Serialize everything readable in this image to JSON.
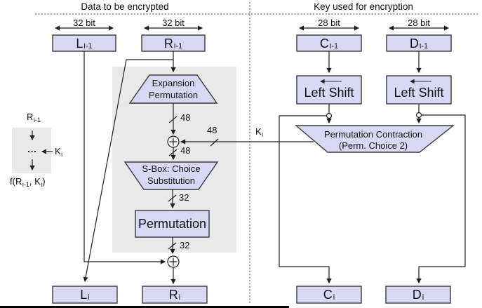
{
  "titles": {
    "left": "Data to be encrypted",
    "right": "Key used for encryption"
  },
  "bus_widths": {
    "l": "32 bit",
    "r": "32 bit",
    "c": "28 bit",
    "d": "28 bit"
  },
  "registers": {
    "l_prev": {
      "main": "L",
      "sub": "i-1"
    },
    "r_prev": {
      "main": "R",
      "sub": "i-1"
    },
    "c_prev": {
      "main": "C",
      "sub": "i-1"
    },
    "d_prev": {
      "main": "D",
      "sub": "i-1"
    },
    "l_next": {
      "main": "L",
      "sub": "i"
    },
    "r_next": {
      "main": "R",
      "sub": "i"
    },
    "c_next": {
      "main": "C",
      "sub": "i"
    },
    "d_next": {
      "main": "D",
      "sub": "i"
    }
  },
  "blocks": {
    "expansion": {
      "line1": "Expansion",
      "line2": "Permutation"
    },
    "sbox": {
      "line1": "S-Box: Choice",
      "line2": "Substitution"
    },
    "permutation": "Permutation",
    "left_shift_c": "Left Shift",
    "left_shift_d": "Left Shift",
    "perm_contraction": {
      "line1": "Permutation Contraction",
      "line2": "(Perm. Choice 2)"
    }
  },
  "wire_labels": {
    "w48_expansion_out": "48",
    "w48_key": "48",
    "w48_sbox_in": "48",
    "w32_sbox_out": "32",
    "w32_perm_out": "32",
    "key": {
      "main": "K",
      "sub": "i"
    }
  },
  "legend": {
    "input": {
      "main": "R",
      "sub": "i-1"
    },
    "dots": "...",
    "key": {
      "main": "K",
      "sub": "i"
    },
    "output": {
      "pre": "f(R",
      "sub1": "i-1",
      "mid": ", K",
      "sub2": "i",
      "post": ")"
    }
  },
  "colors": {
    "box_fill": "#d8d8f4",
    "box_border": "#3a3a3a",
    "panel": "#e9e9e9",
    "line": "#1f1f1f"
  }
}
